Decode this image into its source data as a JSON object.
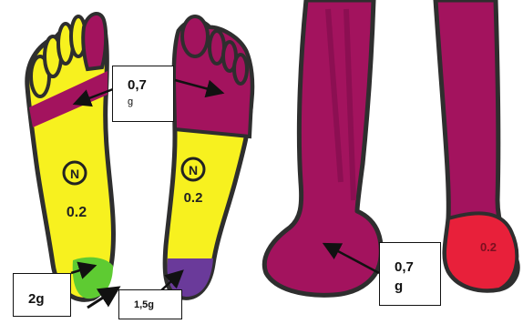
{
  "labels": {
    "top_value": "0,7",
    "top_unit": "g",
    "heel_left": "2g",
    "heel_right": "1,5g",
    "leg_value": "0,7",
    "leg_unit": "g"
  },
  "markers": {
    "left_foot": "0.2",
    "right_foot": "0.2",
    "right_leg": "0.2"
  },
  "colors": {
    "yellow": "#f7f11f",
    "magenta": "#a3135e",
    "red": "#e8203a",
    "green": "#5ecb32",
    "purple": "#6a3a9a",
    "outline": "#2e2e2e"
  }
}
